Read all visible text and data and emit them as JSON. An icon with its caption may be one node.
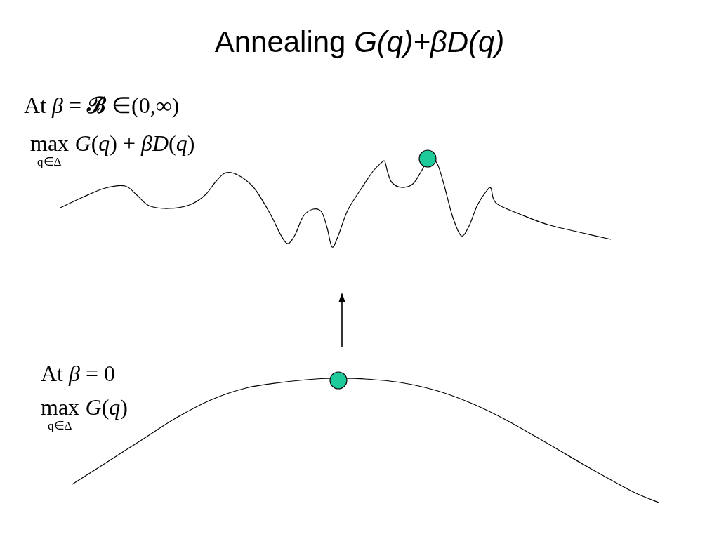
{
  "diagram": {
    "title": "Annealing *G(q)+βD(q)*",
    "labels": [
      "At *β* = **ℬ** ∈(0,∞)",
      "max$_{q∈Δ}$ *G*(*q*) + *βD*(*q*)",
      "At *β* = 0",
      "max$_{q∈Δ}$ *G*(*q*)"
    ]
  }
}
